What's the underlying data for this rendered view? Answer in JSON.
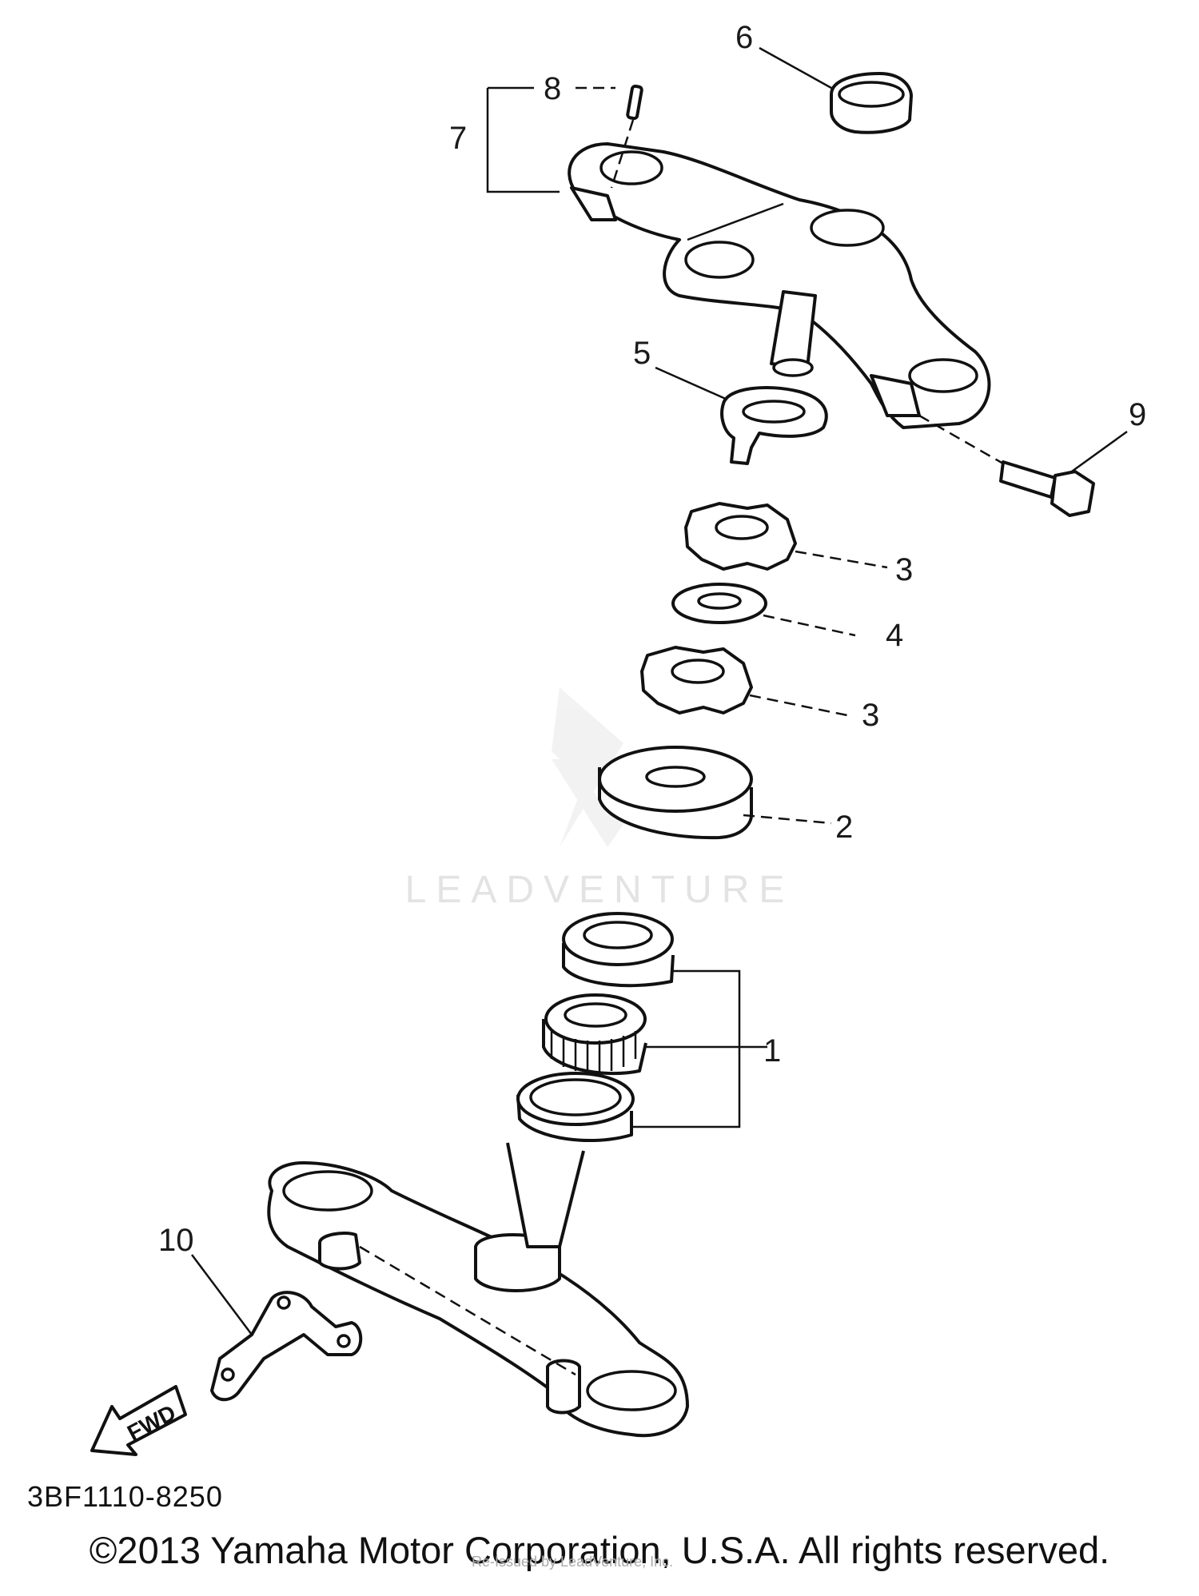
{
  "diagram": {
    "callouts": [
      "1",
      "2",
      "3",
      "3",
      "4",
      "5",
      "6",
      "7",
      "8",
      "9",
      "10"
    ],
    "fwd_label": "FWD",
    "code": "3BF1110-8250"
  },
  "watermark": "LEADVENTURE",
  "footer": {
    "copyright": "©2013 Yamaha Motor Corporation, U.S.A. All rights reserved.",
    "faint_overlay": "Re-Issued by LeadVenture, Inc."
  }
}
